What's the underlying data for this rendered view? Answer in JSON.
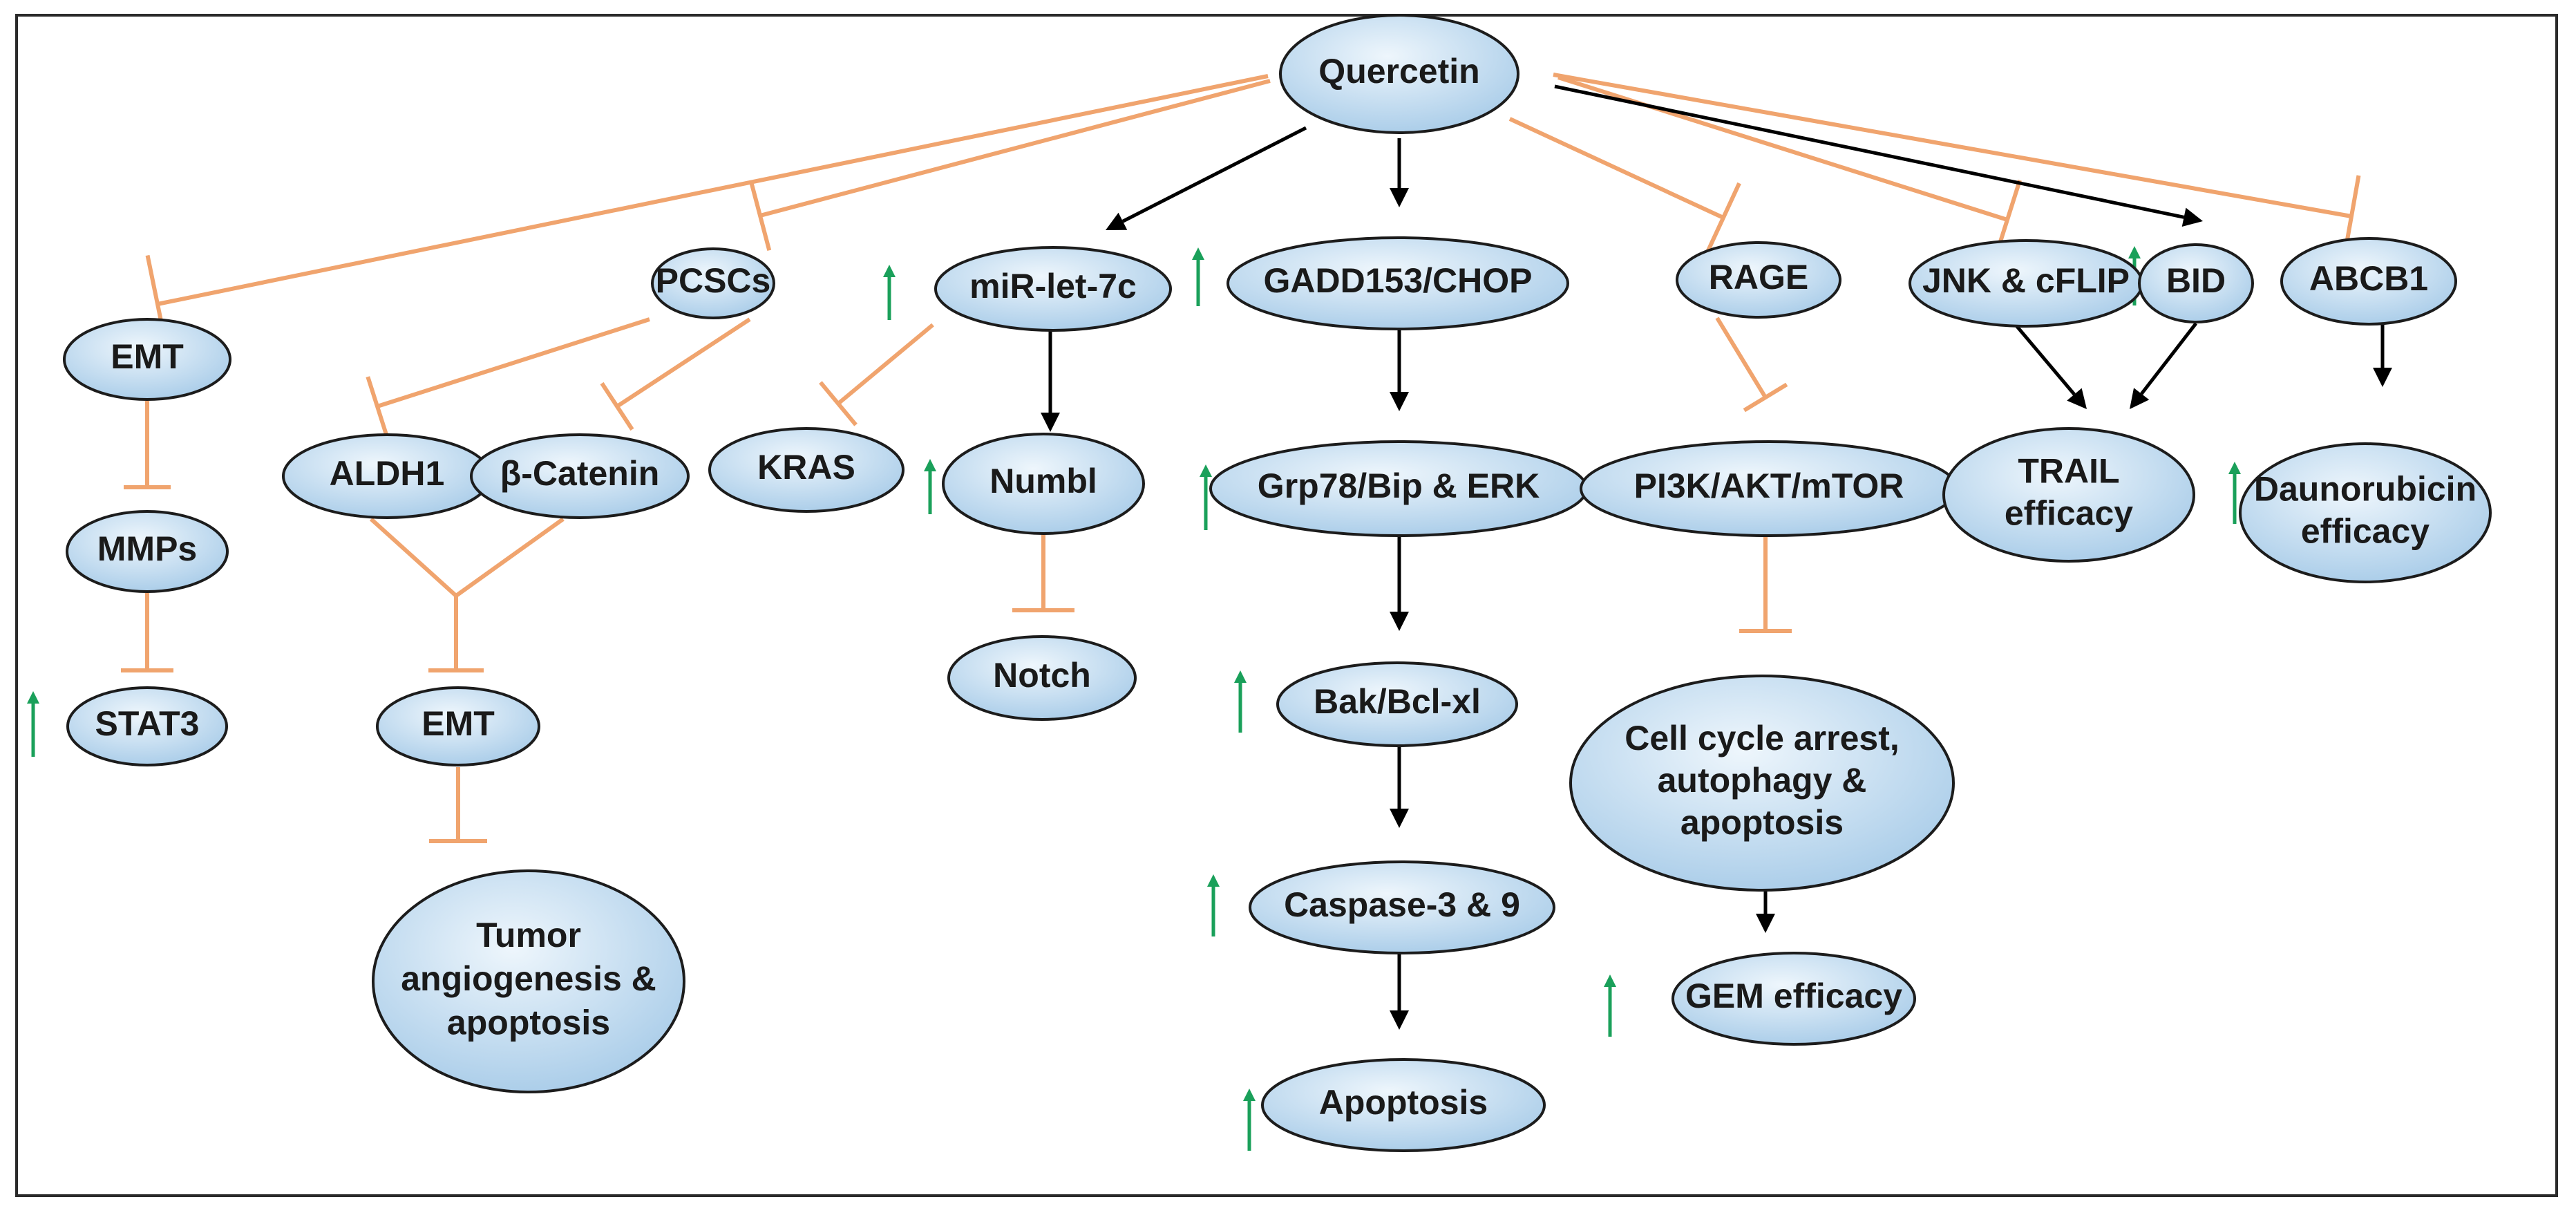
{
  "nodes": {
    "quercetin": [
      "Quercetin"
    ],
    "pcscs": [
      "PCSCs"
    ],
    "mirlet7c": [
      "miR-let-7c"
    ],
    "gadd153": [
      "GADD153/CHOP"
    ],
    "rage": [
      "RAGE"
    ],
    "jnk": [
      "JNK & cFLIP"
    ],
    "bid": [
      "BID"
    ],
    "abcb1": [
      "ABCB1"
    ],
    "emt_left": [
      "EMT"
    ],
    "mmps": [
      "MMPs"
    ],
    "stat3": [
      "STAT3"
    ],
    "aldh1": [
      "ALDH1"
    ],
    "bcatenin": [
      "β-Catenin"
    ],
    "emt_mid": [
      "EMT"
    ],
    "tumor": [
      "Tumor",
      "angiogenesis &",
      "apoptosis"
    ],
    "kras": [
      "KRAS"
    ],
    "numbl": [
      "Numbl"
    ],
    "notch": [
      "Notch"
    ],
    "grp78": [
      "Grp78/Bip & ERK"
    ],
    "bak": [
      "Bak/Bcl-xl"
    ],
    "caspase": [
      "Caspase-3 & 9"
    ],
    "apoptosis": [
      "Apoptosis"
    ],
    "pi3k": [
      "PI3K/AKT/mTOR"
    ],
    "cellcycle": [
      "Cell cycle arrest,",
      "autophagy &",
      "apoptosis"
    ],
    "gem": [
      "GEM efficacy"
    ],
    "trail": [
      "TRAIL",
      "efficacy"
    ],
    "dauno": [
      "Daunorubicin",
      "efficacy"
    ]
  },
  "colors": {
    "node_fill_light": "#eef6fc",
    "node_fill_dark": "#a7cbe8",
    "inhibition": "#f0a46e",
    "activation": "#000000",
    "upregulation": "#1aa05a"
  },
  "legend_symbols": {
    "inhibition": "flat-bar-inhibition",
    "activation": "arrow-activation",
    "upregulation": "green-up-arrow"
  }
}
